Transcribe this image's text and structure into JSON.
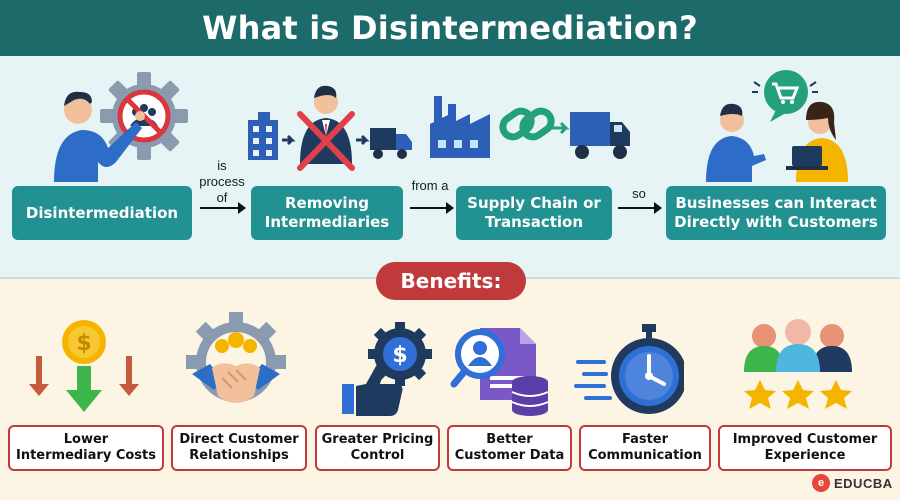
{
  "title": "What is Disintermediation?",
  "flow": {
    "steps": [
      "Disintermediation",
      "Removing Intermediaries",
      "Supply Chain or Transaction",
      "Businesses can Interact Directly with Customers"
    ],
    "connectors": [
      "is process of",
      "from a",
      "so"
    ]
  },
  "benefits": {
    "heading": "Benefits:",
    "items": [
      "Lower Intermediary Costs",
      "Direct Customer Relationships",
      "Greater Pricing Control",
      "Better Customer Data",
      "Faster Communication",
      "Improved Customer Experience"
    ]
  },
  "brand": {
    "name": "EDUCBA",
    "mark": "e"
  },
  "colors": {
    "header": "#1d6a6a",
    "step": "#229191",
    "flow_bg": "#e6f4f5",
    "benefit_bg": "#fdf5e4",
    "accent_red": "#c0393b",
    "gold": "#f5b400",
    "green": "#3cb54a",
    "navy": "#1f3a5f",
    "blue": "#2f6fd6"
  },
  "icons": [
    "person-gear-no-middleman-icon",
    "building-crossed-person-truck-icon",
    "factory-chain-truck-icon",
    "customer-chat-cart-icon",
    "dollar-coin-arrows-icon",
    "handshake-gear-icon",
    "hand-dollar-gear-icon",
    "customer-database-icon",
    "stopwatch-speed-icon",
    "people-stars-icon"
  ]
}
